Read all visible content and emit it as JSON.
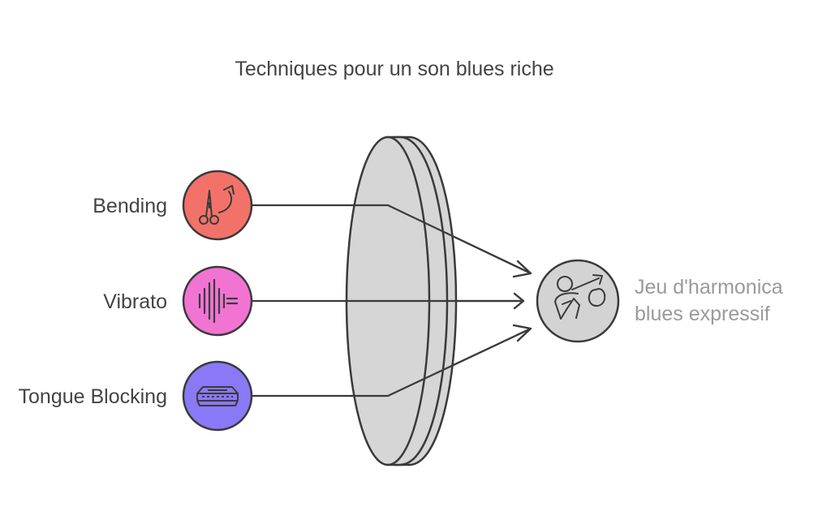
{
  "title": "Techniques pour un son blues riche",
  "techniques": [
    {
      "label": "Bending",
      "color": "#f2726a",
      "icon": "scissors-arrow-icon"
    },
    {
      "label": "Vibrato",
      "color": "#f174d3",
      "icon": "sound-wave-icon"
    },
    {
      "label": "Tongue Blocking",
      "color": "#8a79f6",
      "icon": "harmonica-icon"
    }
  ],
  "result": {
    "line1": "Jeu d'harmonica",
    "line2": "blues expressif",
    "color": "#d3d3d3",
    "icon": "harmonica-player-icon"
  },
  "colors": {
    "stroke": "#3a3a3a",
    "lens": "#d6d6d6",
    "text": "#444444",
    "result_text": "#9a9a9a"
  }
}
